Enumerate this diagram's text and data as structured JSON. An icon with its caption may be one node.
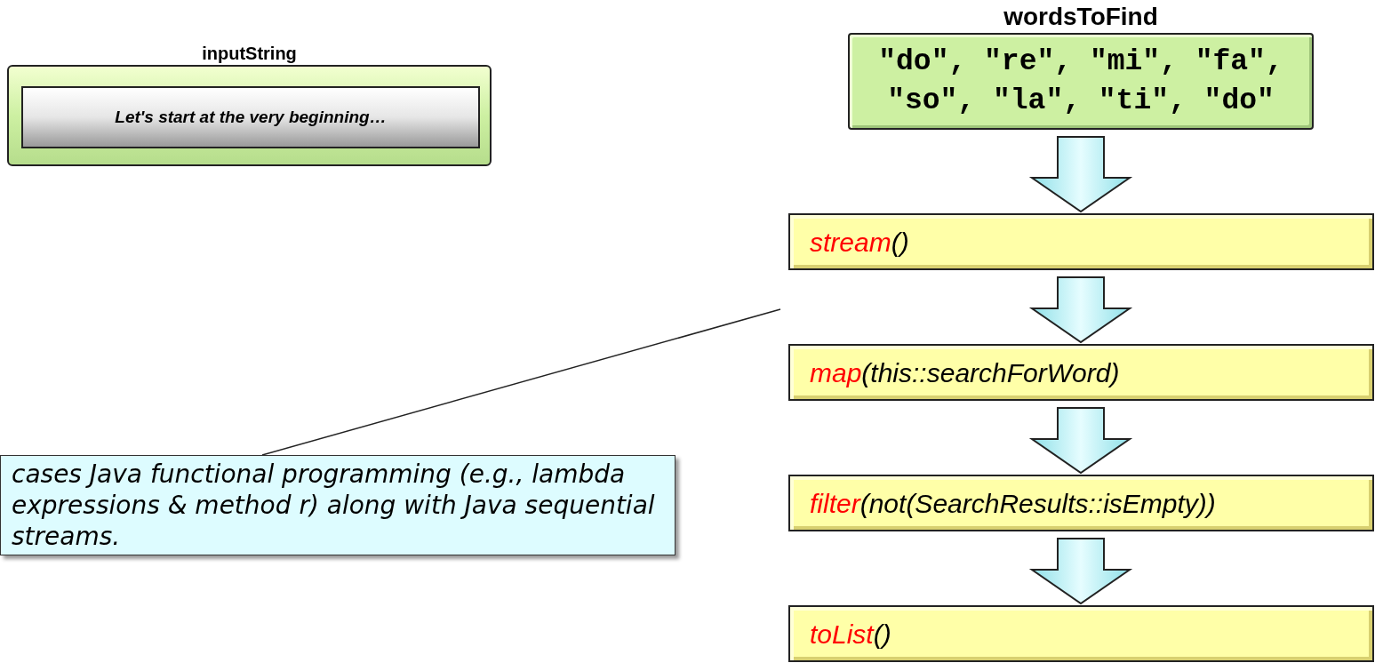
{
  "diagram": {
    "nodes": [
      {
        "text": [
          "inputString"
        ]
      },
      {
        "text": [
          "Let's start at the very beginning…"
        ],
        "in": 0
      },
      {
        "text": [
          "wordsToFind",
          "\"do\", \"re\", \"mi\", \"fa\", \"so\", \"la\", \"ti\", \"do\""
        ]
      },
      {
        "text": [
          "stream()"
        ]
      },
      {
        "text": [
          "map(this::searchForWord)"
        ]
      },
      {
        "text": [
          "filter(not(SearchResults::isEmpty))"
        ]
      },
      {
        "text": [
          "toList()"
        ]
      },
      {
        "text": [
          "cases Java functional programming (e.g., lambda expressions & method r) along with Java sequential streams."
        ]
      }
    ],
    "edges": [
      {
        "from": 2,
        "to": 3,
        "arrow": "to"
      },
      {
        "from": 3,
        "to": 4,
        "arrow": "to"
      },
      {
        "from": 4,
        "to": 5,
        "arrow": "to"
      },
      {
        "from": 5,
        "to": 6,
        "arrow": "to"
      },
      {
        "from": 7,
        "to": null,
        "arrow": "none"
      }
    ]
  }
}
